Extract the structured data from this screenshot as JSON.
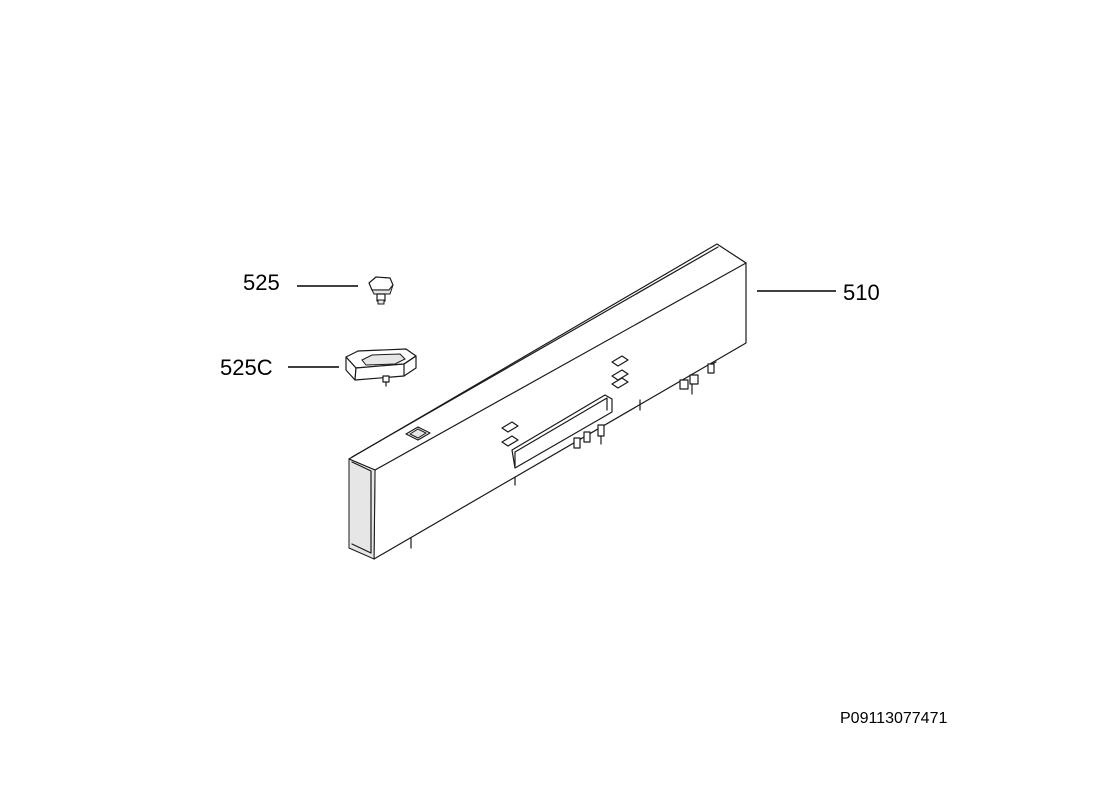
{
  "diagram": {
    "callouts": {
      "part_525": "525",
      "part_525c": "525C",
      "part_510": "510"
    },
    "reference_code": "P09113077471"
  }
}
